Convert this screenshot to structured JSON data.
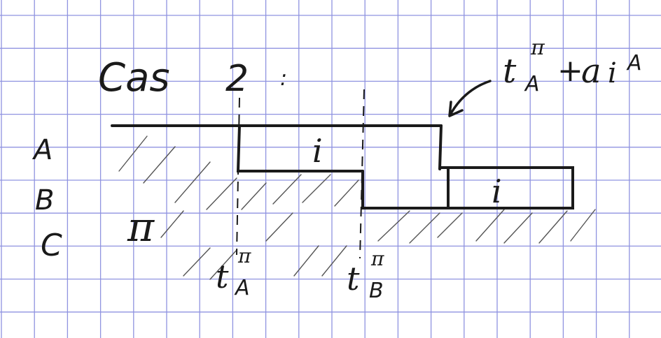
{
  "heading": {
    "prefix": "Cas",
    "number": "2",
    "suffix": ":"
  },
  "rows": [
    "A",
    "B",
    "C"
  ],
  "job_labels": {
    "job_on_A": "i",
    "job_on_B": "i",
    "pi_region": "π"
  },
  "completion_labels": {
    "t_A": {
      "base": "t",
      "sup": "π",
      "sub": "A"
    },
    "t_B": {
      "base": "t",
      "sup": "π",
      "sub": "B"
    }
  },
  "annotation": {
    "base": "t",
    "sup": "π",
    "sub": "A",
    "plus": "+",
    "term": "a",
    "term_sub": "i",
    "term_sup": "A"
  },
  "colors": {
    "grid": "#8f93e0",
    "ink": "#1a1a1a",
    "hatch": "#555555"
  }
}
